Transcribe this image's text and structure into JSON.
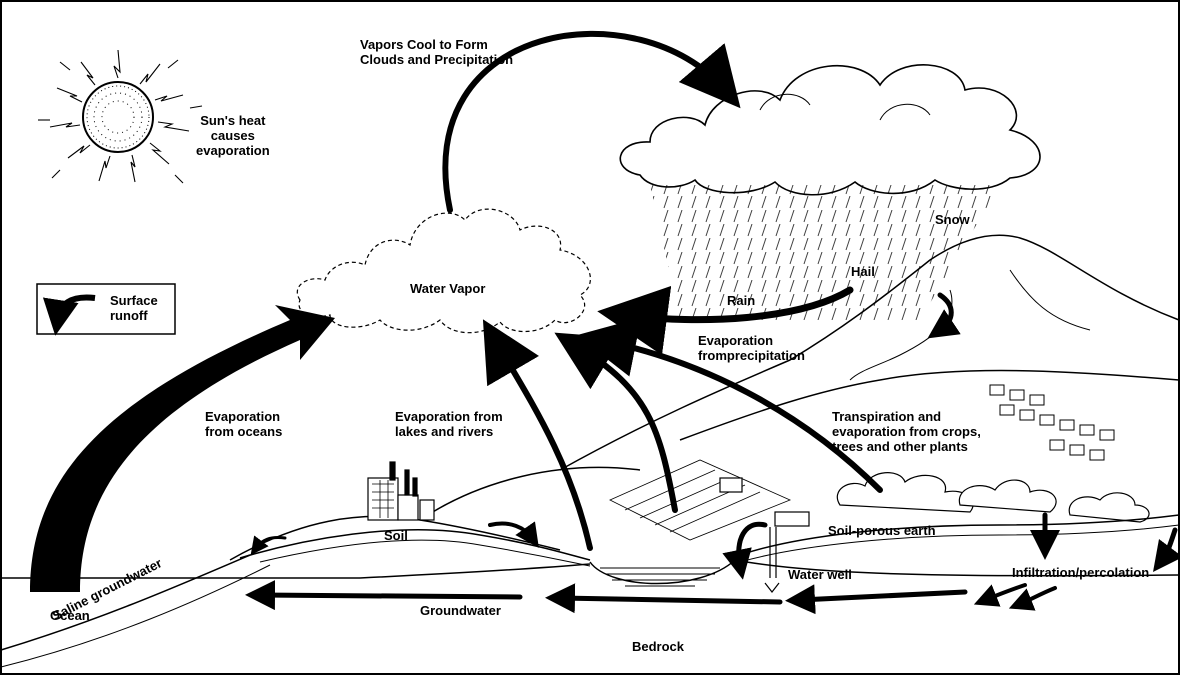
{
  "labels": {
    "sun": "Sun's heat\ncauses\nevaporation",
    "vapors_cool": "Vapors Cool to Form\nClouds and Precipitation",
    "snow": "Snow",
    "hail": "Hail",
    "rain": "Rain",
    "water_vapor": "Water Vapor",
    "surface_runoff": "Surface\nrunoff",
    "evap_precip": "Evaporation\nfromprecipitation",
    "evap_oceans": "Evaporation\nfrom oceans",
    "evap_lakes": "Evaporation from\nlakes and rivers",
    "transpiration": "Transpiration and\nevaporation from crops,\ntrees and other plants",
    "soil": "Soil",
    "soil_porous": "Soil-porous earth",
    "water_well": "Water well",
    "infiltration": "Infiltration/percolation",
    "ocean": "Ocean",
    "saline": "Saline groundwater",
    "groundwater": "Groundwater",
    "bedrock": "Bedrock"
  },
  "colors": {
    "ink": "#000000",
    "paper": "#ffffff",
    "ocean_hatch": "#555555"
  }
}
